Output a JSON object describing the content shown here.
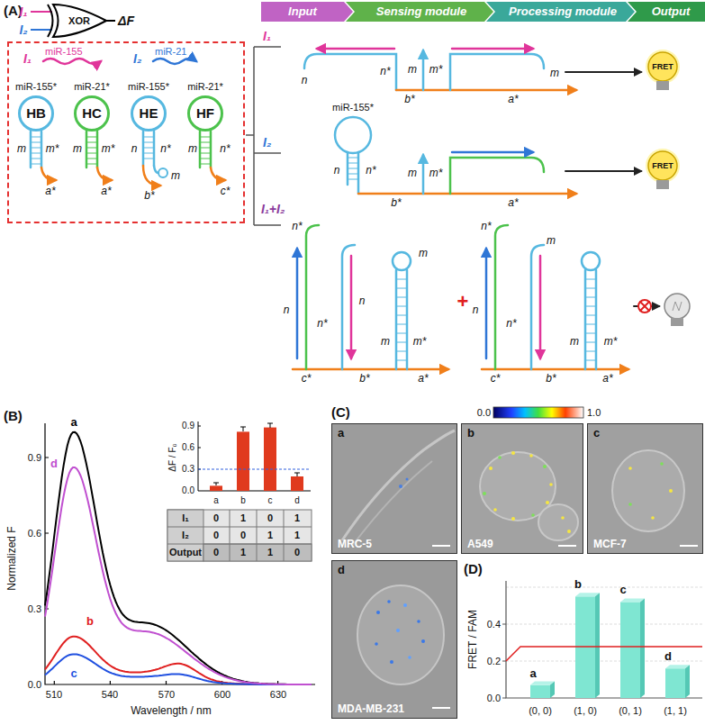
{
  "diagram": {
    "nodes": [
      {
        "text": [
          "XOR"
        ]
      },
      {
        "text": [
          "Input"
        ]
      },
      {
        "text": [
          "Sensing module"
        ]
      },
      {
        "text": [
          "Processing module"
        ]
      },
      {
        "text": [
          "Output"
        ]
      },
      {
        "text": [
          "I₁",
          "miR-155",
          "I₂",
          "miR-21"
        ]
      },
      {
        "text": [
          "miR-155*",
          "HB"
        ],
        "in": 5
      },
      {
        "text": [
          "miR-21*",
          "HC"
        ],
        "in": 5
      },
      {
        "text": [
          "miR-155*",
          "HE"
        ],
        "in": 5
      },
      {
        "text": [
          "miR-21*",
          "HF"
        ],
        "in": 5
      },
      {
        "text": [
          "FRET"
        ]
      },
      {
        "text": [
          "FRET"
        ]
      },
      {
        "text": [
          "a",
          "MRC-5"
        ]
      },
      {
        "text": [
          "b",
          "A549"
        ]
      },
      {
        "text": [
          "c",
          "MCF-7"
        ]
      },
      {
        "text": [
          "d",
          "MDA-MB-231"
        ]
      }
    ],
    "labels": [
      "(A)",
      "I₁",
      "I₂",
      "ΔF",
      "m",
      "m*",
      "a*",
      "m",
      "m*",
      "a*",
      "n",
      "n*",
      "m",
      "b*",
      "m",
      "n*",
      "c*",
      "I₁",
      "I₂",
      "I₁+I₂",
      "n",
      "n*",
      "m",
      "m*",
      "m",
      "b*",
      "a*",
      "miR-155*",
      "n",
      "n*",
      "m",
      "m*",
      "b*",
      "a*",
      "n*",
      "n",
      "n",
      "n*",
      "m",
      "m",
      "m*",
      "c*",
      "b*",
      "a*",
      "+",
      "n*",
      "m",
      "n",
      "n*",
      "m",
      "m*",
      "c*",
      "b*",
      "a*",
      "(B)",
      "Normalized F",
      "0.0",
      "0.3",
      "0.6",
      "0.9",
      "510",
      "540",
      "570",
      "600",
      "630",
      "Wavelength / nm",
      "a",
      "b",
      "c",
      "d",
      "ΔF / F₀",
      "0.0",
      "0.3",
      "0.6",
      "0.9",
      "a",
      "b",
      "c",
      "d",
      "I₁",
      "0",
      "1",
      "0",
      "1",
      "I₂",
      "0",
      "0",
      "1",
      "1",
      "Output",
      "0",
      "1",
      "1",
      "0",
      "(C)",
      "0.0",
      "1.0",
      "(D)",
      "FRET / FAM",
      "0.0",
      "0.2",
      "0.4",
      "a",
      "b",
      "c",
      "d",
      "(0, 0)",
      "(1, 0)",
      "(0, 1)",
      "(1, 1)"
    ]
  }
}
